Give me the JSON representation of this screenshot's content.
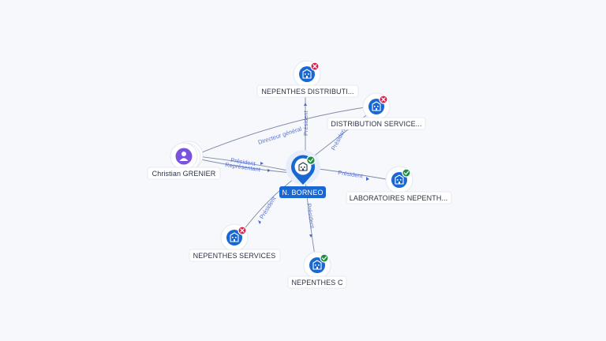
{
  "graph": {
    "center": {
      "label": "N. BORNEO",
      "status": "ok",
      "icon": "building-icon"
    },
    "person": {
      "label": "Christian GRENIER",
      "icon": "person-icon"
    },
    "companies": [
      {
        "id": "distrib",
        "label": "NEPENTHES DISTRIBUTI...",
        "status": "ko",
        "icon": "building-icon"
      },
      {
        "id": "distservice",
        "label": "DISTRIBUTION SERVICE...",
        "status": "ko",
        "icon": "building-icon"
      },
      {
        "id": "labo",
        "label": "LABORATOIRES NEPENTH...",
        "status": "ok",
        "icon": "building-icon"
      },
      {
        "id": "services",
        "label": "NEPENTHES SERVICES",
        "status": "ko",
        "icon": "building-icon"
      },
      {
        "id": "nepc",
        "label": "NEPENTHES C",
        "status": "ok",
        "icon": "building-icon"
      }
    ],
    "edges": [
      {
        "id": "e-person-distservice",
        "label": "Directeur général"
      },
      {
        "id": "e-person-center-1",
        "label": "Président"
      },
      {
        "id": "e-person-center-2",
        "label": "Représentant"
      },
      {
        "id": "e-center-distrib",
        "label": "Président"
      },
      {
        "id": "e-center-distservice",
        "label": "Président"
      },
      {
        "id": "e-center-labo",
        "label": "Président"
      },
      {
        "id": "e-center-services",
        "label": "Président"
      },
      {
        "id": "e-center-nepc",
        "label": "Président"
      }
    ]
  },
  "colors": {
    "background": "#f6f8fc",
    "primary": "#1967d2",
    "status_ok": "#1e8e3e",
    "status_ko": "#d81b47",
    "person": "#7b52e0",
    "edge_label": "#5b73d6"
  }
}
